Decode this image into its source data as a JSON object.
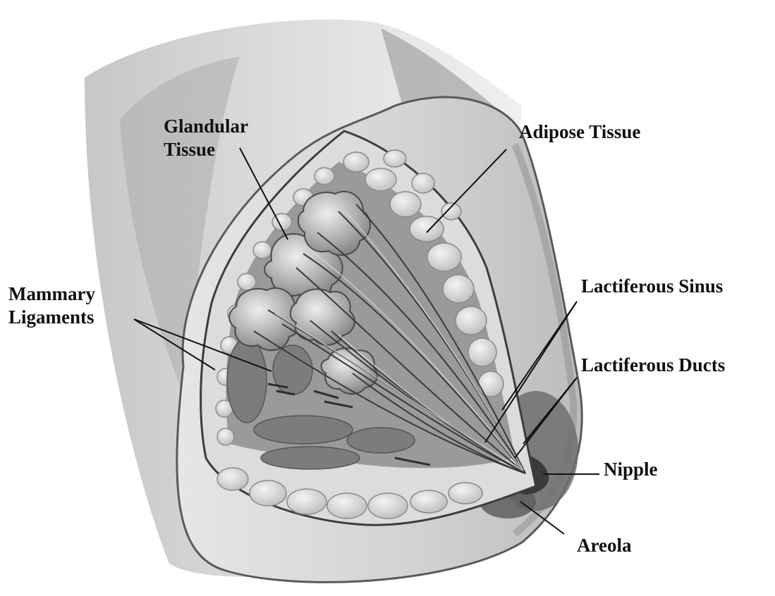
{
  "diagram": {
    "labels": {
      "glandular_tissue": [
        "Glandular",
        "Tissue"
      ],
      "adipose_tissue": "Adipose Tissue",
      "mammary_ligaments": [
        "Mammary",
        "Ligaments"
      ],
      "lactiferous_sinus": "Lactiferous Sinus",
      "lactiferous_ducts": "Lactiferous Ducts",
      "nipple": "Nipple",
      "areola": "Areola"
    }
  }
}
